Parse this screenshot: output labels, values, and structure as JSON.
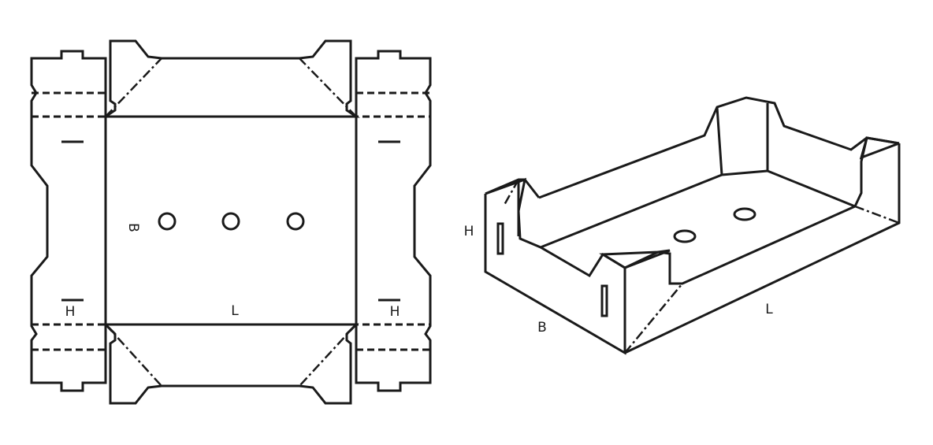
{
  "flat_pattern": {
    "label_length": "L",
    "label_width": "B",
    "label_height_left": "H",
    "label_height_right": "H"
  },
  "assembled_tray": {
    "label_height": "H",
    "label_width": "B",
    "label_length": "L"
  }
}
